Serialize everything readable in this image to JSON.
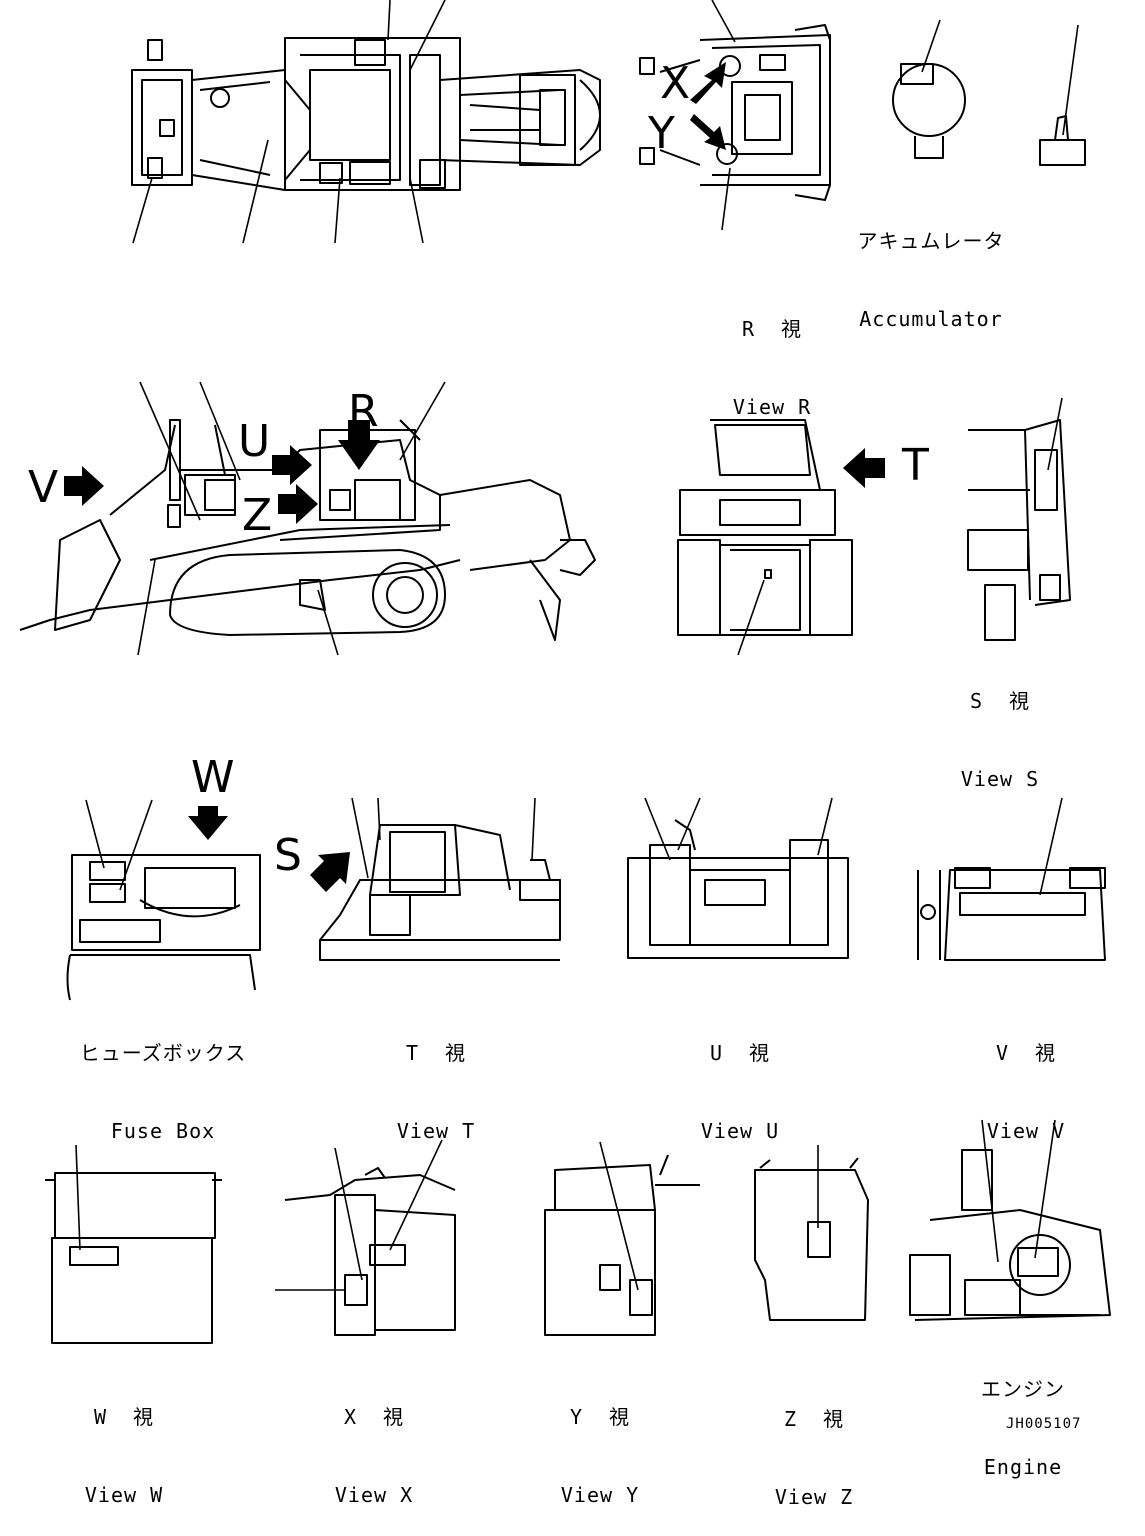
{
  "drawing": {
    "code": "JH005107",
    "letters": {
      "R": "R",
      "U": "U",
      "V": "V",
      "Z": "Z",
      "T": "T",
      "W": "W",
      "S": "S",
      "X": "X",
      "Y": "Y"
    },
    "views": {
      "accumulator": {
        "jp": "アキュムレータ",
        "en": "Accumulator"
      },
      "view_r": {
        "jp": "R  視",
        "en": "View R"
      },
      "view_s": {
        "jp": "S  視",
        "en": "View S"
      },
      "fuse_box": {
        "jp": "ヒューズボックス",
        "en": "Fuse Box"
      },
      "view_t": {
        "jp": "T  視",
        "en": "View T"
      },
      "view_u": {
        "jp": "U  視",
        "en": "View U"
      },
      "view_v": {
        "jp": "V  視",
        "en": "View V"
      },
      "view_w": {
        "jp": "W  視",
        "en": "View W"
      },
      "view_x": {
        "jp": "X  視",
        "en": "View X"
      },
      "view_y": {
        "jp": "Y  視",
        "en": "View Y"
      },
      "view_z": {
        "jp": "Z  視",
        "en": "View Z"
      },
      "engine": {
        "jp": "エンジン",
        "en": "Engine"
      }
    }
  }
}
